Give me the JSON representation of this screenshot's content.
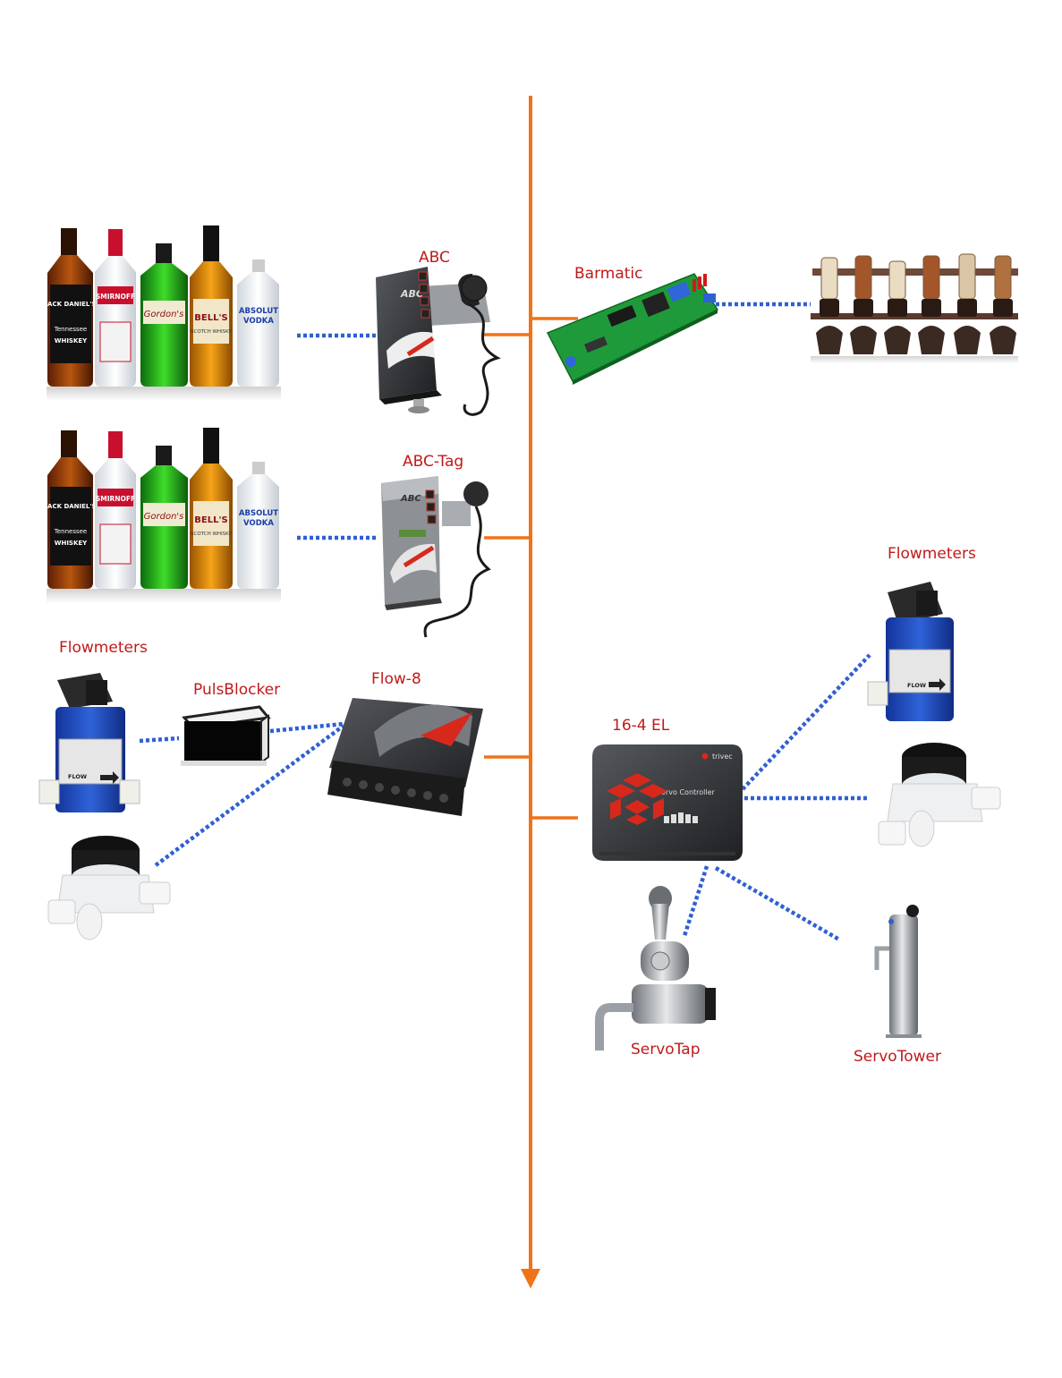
{
  "colors": {
    "bus": "#f07318",
    "link": "#2f5fd4",
    "label": "#c01a1a"
  },
  "labels": {
    "abc": "ABC",
    "barmatic": "Barmatic",
    "abc_tag": "ABC-Tag",
    "flowmeters_left": "Flowmeters",
    "puls_blocker": "PulsBlocker",
    "flow8": "Flow-8",
    "flowmeters_right": "Flowmeters",
    "el16_4": "16-4 EL",
    "servotap": "ServoTap",
    "servotower": "ServoTower"
  },
  "bottle_brands": {
    "jack": [
      "JACK DANIEL'S",
      "Tennessee",
      "WHISKEY"
    ],
    "smirnoff": "SMIRNOFF",
    "gordons": "Gordon's",
    "bells": [
      "BELL'S",
      "SCOTCH WHISKY"
    ],
    "absolut": [
      "ABSOLUT",
      "VODKA"
    ]
  },
  "devices": {
    "abc_face": "ABC",
    "abc_tag_face": "ABC",
    "trivec_brand": "trivec",
    "servo_controller": "Servo Controller",
    "flow_plate": "FLOW"
  }
}
